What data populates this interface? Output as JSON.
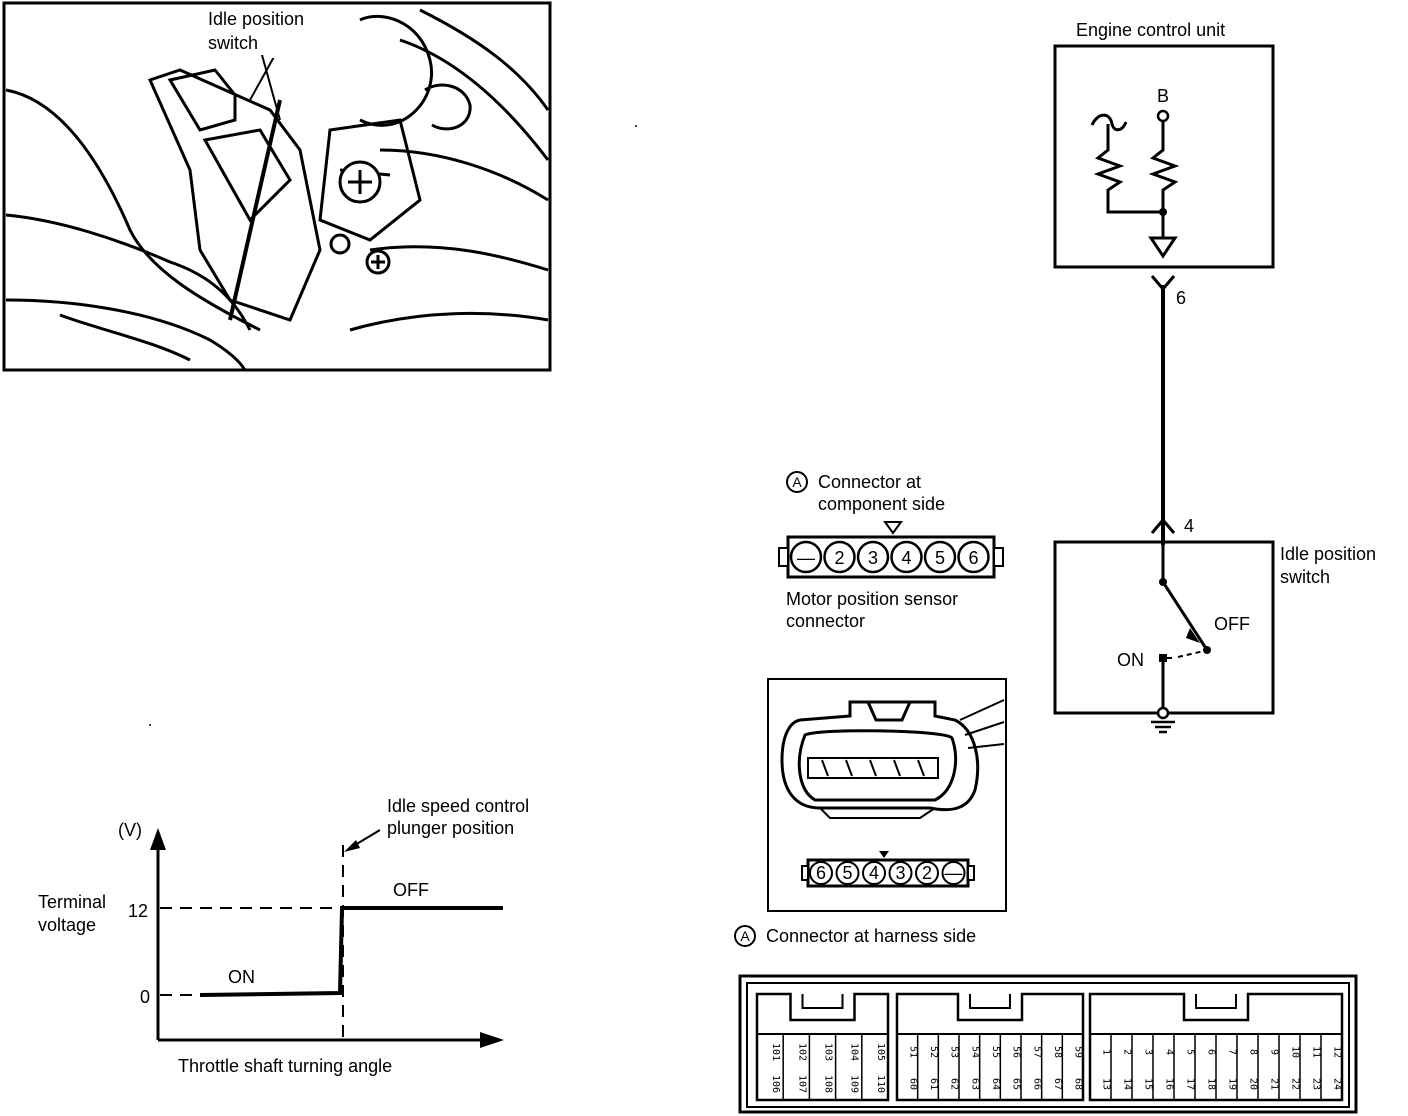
{
  "photo": {
    "label_line1": "Idle position",
    "label_line2": "switch"
  },
  "graph": {
    "y_unit": "(V)",
    "y_label_line1": "Terminal",
    "y_label_line2": "voltage",
    "tick_12": "12",
    "tick_0": "0",
    "x_label": "Throttle shaft turning angle",
    "on_label": "ON",
    "off_label": "OFF",
    "marker_label_line1": "Idle speed control",
    "marker_label_line2": "plunger position",
    "chart_data": {
      "type": "line",
      "x": [
        0,
        1,
        1,
        2
      ],
      "values": [
        0,
        0,
        12,
        12
      ],
      "y_ticks": [
        0,
        12
      ],
      "annotations": [
        "ON",
        "OFF"
      ]
    }
  },
  "component_connector": {
    "marker": "A",
    "title_line1": "Connector at",
    "title_line2": "component side",
    "pins": [
      "—",
      "2",
      "3",
      "4",
      "5",
      "6"
    ],
    "caption_line1": "Motor position sensor",
    "caption_line2": "connector"
  },
  "harness_connector": {
    "marker": "A",
    "caption": "Connector at harness side",
    "pins": [
      "6",
      "5",
      "4",
      "3",
      "2",
      "—"
    ]
  },
  "ecu": {
    "title": "Engine control unit",
    "supply_label": "B",
    "terminal": "6"
  },
  "switch": {
    "terminal": "4",
    "title_line1": "Idle position",
    "title_line2": "switch",
    "off_label": "OFF",
    "on_label": "ON"
  },
  "ecu_connector": {
    "group1_top": [
      "101",
      "102",
      "103",
      "104",
      "105"
    ],
    "group1_bottom": [
      "106",
      "107",
      "108",
      "109",
      "110"
    ],
    "group2_top": [
      "51",
      "52",
      "53",
      "54",
      "55",
      "56",
      "57",
      "58",
      "59"
    ],
    "group2_bottom": [
      "60",
      "61",
      "62",
      "63",
      "64",
      "65",
      "66",
      "67",
      "68"
    ],
    "group3_top": [
      "1",
      "2",
      "3",
      "4",
      "5",
      "6",
      "7",
      "8",
      "9",
      "10",
      "11",
      "12"
    ],
    "group3_bottom": [
      "13",
      "14",
      "15",
      "16",
      "17",
      "18",
      "19",
      "20",
      "21",
      "22",
      "23",
      "24"
    ]
  }
}
